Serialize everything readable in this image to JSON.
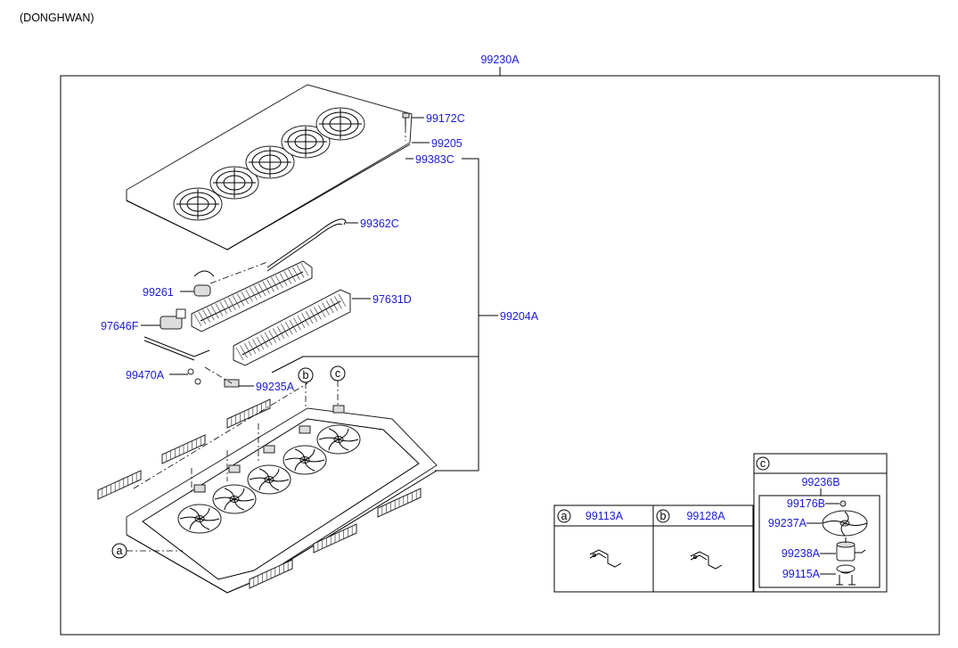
{
  "manufacturer_note": "(DONGHWAN)",
  "assembly_label": "99230A",
  "callouts": {
    "a": "a",
    "b": "b",
    "c": "c"
  },
  "parts": {
    "p99172C": "99172C",
    "p99205": "99205",
    "p99383C": "99383C",
    "p99362C": "99362C",
    "p99261": "99261",
    "p97631D": "97631D",
    "p97646F": "97646F",
    "p99204A": "99204A",
    "p99470A": "99470A",
    "p99235A": "99235A"
  },
  "detail_table": {
    "a_part": "99113A",
    "b_part": "99128A"
  },
  "detail_c": {
    "header": "c",
    "assembly": "99236B",
    "items": [
      "99176B",
      "99237A",
      "99238A",
      "99115A"
    ]
  }
}
